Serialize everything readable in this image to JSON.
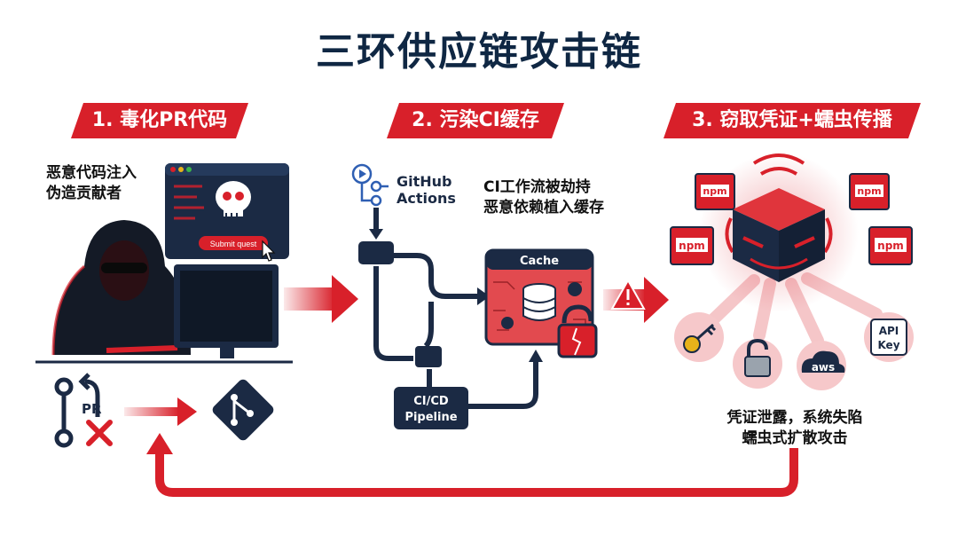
{
  "title": "三环供应链攻击链",
  "stages": [
    {
      "label": "1. 毒化PR代码"
    },
    {
      "label": "2. 污染CI缓存"
    },
    {
      "label": "3. 窃取凭证+蠕虫传播"
    }
  ],
  "stage1": {
    "note_line1": "恶意代码注入",
    "note_line2": "伪造贡献者",
    "submit_label": "Submit quest",
    "pr_label": "PR"
  },
  "stage2": {
    "github_line1": "GitHub",
    "github_line2": "Actions",
    "note_line1": "CI工作流被劫持",
    "note_line2": "恶意依赖植入缓存",
    "cache_label": "Cache",
    "pipeline_line1": "CI/CD",
    "pipeline_line2": "Pipeline"
  },
  "stage3": {
    "npm_label": "npm",
    "aws_label": "aws",
    "api_line1": "API",
    "api_line2": "Key",
    "note_line1": "凭证泄露，系统失陷",
    "note_line2": "蠕虫式扩散攻击"
  },
  "colors": {
    "accent": "#d8202a",
    "navy": "#1b2a44",
    "title": "#0f2743"
  }
}
